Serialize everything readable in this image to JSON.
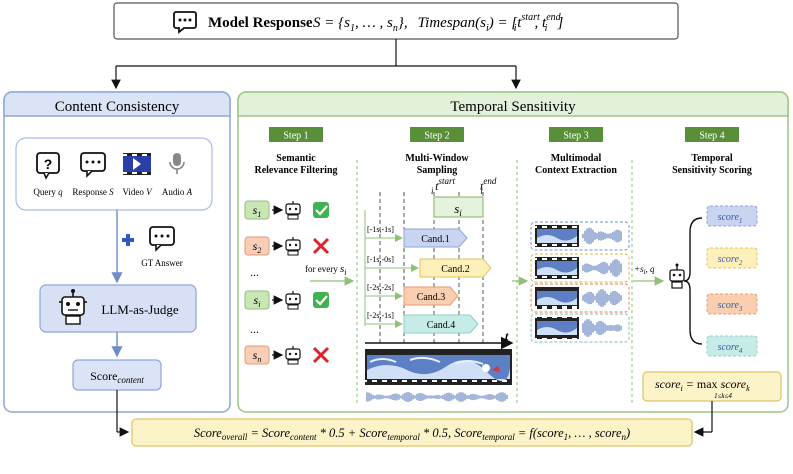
{
  "header": {
    "title": "Model Response",
    "formula_s": "S = {s",
    "formula_sep": ", … , s",
    "formula_close": "},",
    "formula_ts": "Timespan(s",
    "formula_eq": ") = [t",
    "formula_start": "start",
    "formula_comma": ", t",
    "formula_end": "end",
    "sub_i": "i",
    "sub_1": "1",
    "sub_n": "n",
    "formula_tail": "]"
  },
  "content_consistency": {
    "title": "Content Consistency",
    "inputs": [
      {
        "label": "Query",
        "var": "q",
        "icon": "question-bubble-icon"
      },
      {
        "label": "Response",
        "var": "S",
        "icon": "chat-bubble-icon"
      },
      {
        "label": "Video",
        "var": "V",
        "icon": "video-icon"
      },
      {
        "label": "Audio",
        "var": "A",
        "icon": "microphone-icon"
      }
    ],
    "gt_answer": "GT Answer",
    "judge": "LLM-as-Judge",
    "score_base": "Score",
    "score_sub": "content"
  },
  "temporal": {
    "title": "Temporal Sensitivity",
    "steps": [
      {
        "badge": "Step 1",
        "title_l1": "Semantic",
        "title_l2": "Relevance Filtering"
      },
      {
        "badge": "Step 2",
        "title_l1": "Multi-Window",
        "title_l2": "Sampling"
      },
      {
        "badge": "Step 3",
        "title_l1": "Multimodal",
        "title_l2": "Context Extraction"
      },
      {
        "badge": "Step 4",
        "title_l1": "Temporal",
        "title_l2": "Sensitivity Scoring"
      }
    ],
    "segments": [
      {
        "base": "s",
        "sub": "1",
        "keep": true
      },
      {
        "base": "s",
        "sub": "2",
        "keep": false
      },
      {
        "base": "s",
        "sub": "i",
        "keep": true
      },
      {
        "base": "s",
        "sub": "n",
        "keep": false
      }
    ],
    "ellipsis": "...",
    "for_every": "for every",
    "for_every_var": "s",
    "for_every_sub": "i",
    "t_start_base": "t",
    "t_start_sub": "i",
    "t_start_sup": "start",
    "t_end_base": "t",
    "t_end_sub": "i",
    "t_end_sup": "end",
    "si_base": "s",
    "si_sub": "i",
    "windows": [
      {
        "offset": "[-1s,-1s]",
        "label": "Cand.1"
      },
      {
        "offset": "[-1s,-0s]",
        "label": "Cand.2"
      },
      {
        "offset": "[-2s,-2s]",
        "label": "Cand.3"
      },
      {
        "offset": "[-2s,-1s]",
        "label": "Cand.4"
      }
    ],
    "timeline_t": "t",
    "plus_label": "+s",
    "plus_label_sub": "i",
    "plus_label_tail": ", q",
    "scores": [
      {
        "base": "score",
        "sub": "1"
      },
      {
        "base": "score",
        "sub": "2"
      },
      {
        "base": "score",
        "sub": "3"
      },
      {
        "base": "score",
        "sub": "4"
      }
    ],
    "max_left": "score",
    "max_left_sub": "i",
    "max_eq": " = ",
    "max_op": "max",
    "max_range": "1≤k≤4",
    "max_right": " score",
    "max_right_sub": "k"
  },
  "overall": {
    "text": "Score_overall = Score_content * 0.5 + Score_temporal * 0.5, Score_temporal = f(score_1, … , score_n)",
    "p1": "Score",
    "p1s": "overall",
    "p2": " = Score",
    "p2s": "content",
    "p3": " * 0.5 + Score",
    "p3s": "temporal",
    "p4": " * 0.5, Score",
    "p4s": "temporal",
    "p5": " = f(score",
    "p5s": "1",
    "p6": ", … , score",
    "p6s": "n",
    "p7": ")"
  },
  "colors": {
    "blue_panel": "#e9eef9",
    "blue_border": "#8fa6d6",
    "green_panel": "#eef6e8",
    "green_border": "#9cc583",
    "step_badge": "#5a8f3a",
    "score_box": "#fdf3c8",
    "cand1": "#c9d4f0",
    "cand2": "#fdf0b8",
    "cand3": "#f9cfb0",
    "cand4": "#c7ece8"
  }
}
